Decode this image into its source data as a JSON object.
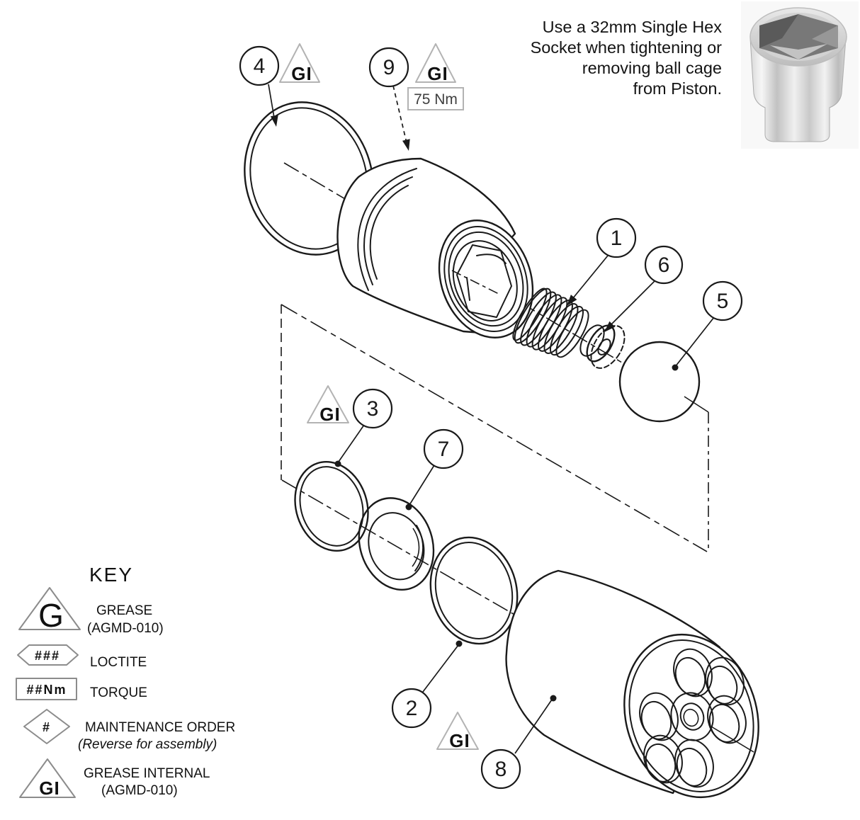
{
  "note": {
    "lines": [
      "Use a 32mm Single Hex",
      "Socket when tightening or",
      "removing ball cage",
      "from Piston."
    ]
  },
  "torque_badge": {
    "value": "75 Nm"
  },
  "symbols": {
    "grease_internal": "GI"
  },
  "callouts": [
    {
      "number": "1"
    },
    {
      "number": "2"
    },
    {
      "number": "3"
    },
    {
      "number": "4"
    },
    {
      "number": "5"
    },
    {
      "number": "6"
    },
    {
      "number": "7"
    },
    {
      "number": "8"
    },
    {
      "number": "9"
    }
  ],
  "key": {
    "title": "KEY",
    "entries": [
      {
        "symbol": "G",
        "label": "GREASE",
        "sublabel": "(AGMD-010)"
      },
      {
        "symbol": "###",
        "label": "LOCTITE"
      },
      {
        "symbol": "##Nm",
        "label": "TORQUE"
      },
      {
        "symbol": "#",
        "label": "MAINTENANCE ORDER",
        "sublabel": "(Reverse for assembly)"
      },
      {
        "symbol": "GI",
        "label": "GREASE INTERNAL",
        "sublabel": "(AGMD-010)"
      }
    ]
  },
  "colors": {
    "line": "#1a1a1a",
    "symbol_gray": "#b3b3b3"
  }
}
